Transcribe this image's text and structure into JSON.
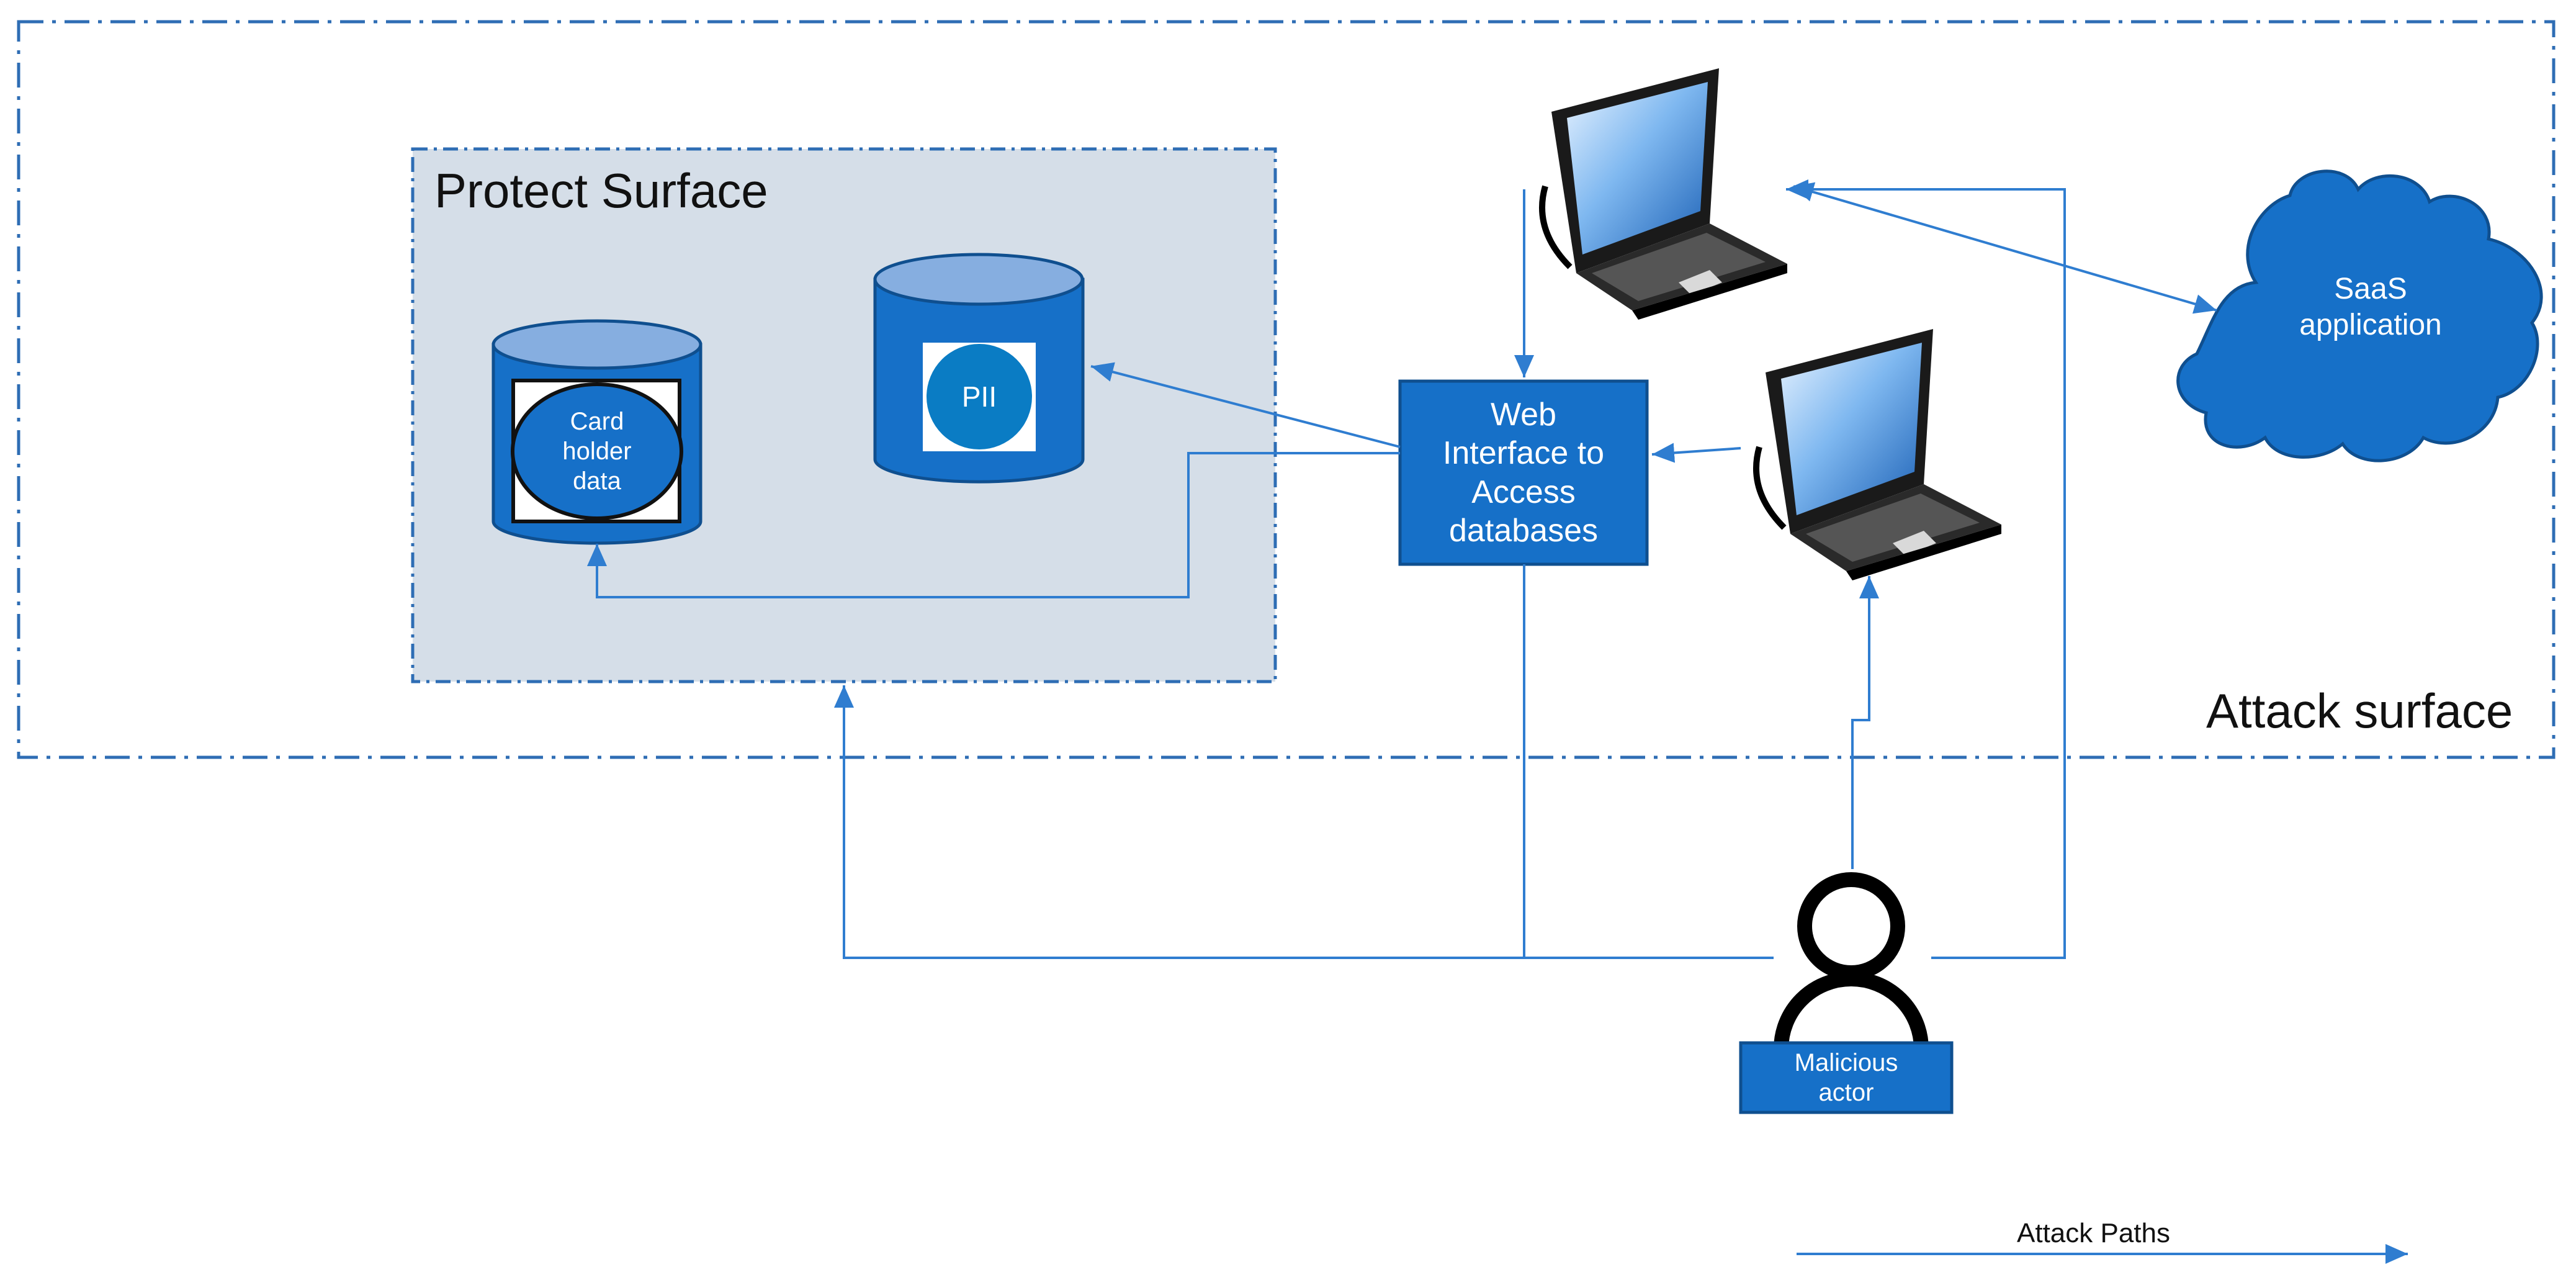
{
  "diagram": {
    "attack_surface_label": "Attack surface",
    "protect_surface_label": "Protect Surface",
    "nodes": {
      "cardholder_db": {
        "label_lines": [
          "Card",
          "holder",
          "data"
        ]
      },
      "pii_db": {
        "label": "PII"
      },
      "web_interface": {
        "label_lines": [
          "Web",
          "Interface to",
          "Access",
          "databases"
        ]
      },
      "saas": {
        "label_lines": [
          "SaaS",
          "application"
        ]
      },
      "malicious_actor": {
        "label_lines": [
          "Malicious",
          "actor"
        ]
      }
    },
    "legend": {
      "label": "Attack Paths"
    },
    "colors": {
      "accent": "#1874CD",
      "node_fill": "#1670C8",
      "node_stroke": "#0F4F8F",
      "db_top": "#86AEE0",
      "pii_circle": "#0A7CC4",
      "protect_fill": "#D5DEE8",
      "arrow": "#2F7DD0",
      "dash_border": "#2E6DB4"
    },
    "icons": [
      "laptop-icon",
      "person-icon",
      "cloud-icon",
      "database-icon"
    ]
  }
}
